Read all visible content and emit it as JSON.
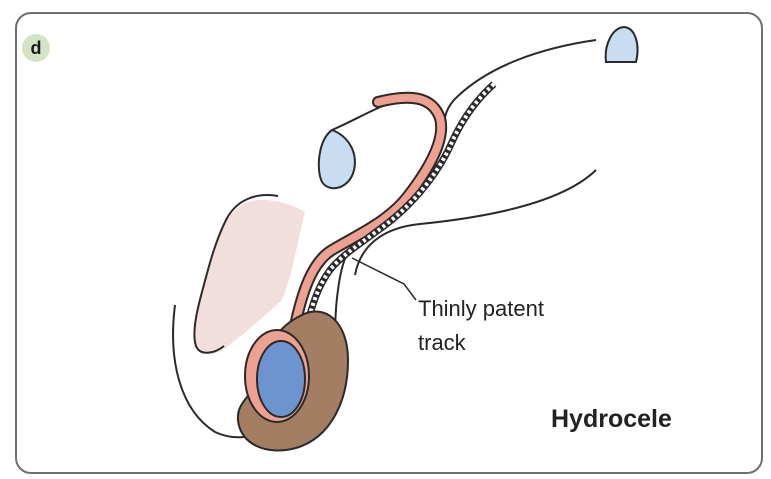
{
  "panel": {
    "letter": "d",
    "caption": "Hydrocele",
    "callout_lines": [
      "Thinly patent",
      "track"
    ]
  },
  "colors": {
    "frame": "#6f6f6f",
    "outline": "#2a2a2a",
    "badge_fill": "#d3e3c4",
    "penis_fill": "#f2dedd",
    "tunica_fill": "#a47e62",
    "testis_fill": "#6e94cf",
    "tract_fill": "#eea091",
    "bone_fill": "#c9ddf2"
  }
}
